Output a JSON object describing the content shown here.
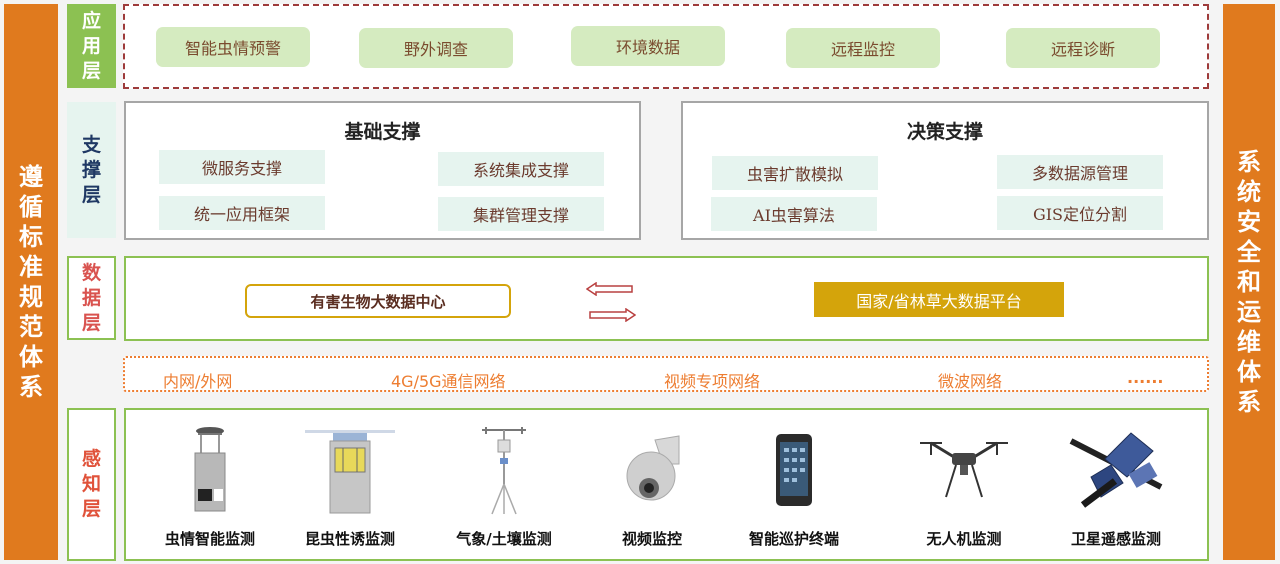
{
  "left_bar": {
    "chars": [
      "遵",
      "循",
      "标",
      "准",
      "规",
      "范",
      "体",
      "系"
    ]
  },
  "right_bar": {
    "chars": [
      "系",
      "统",
      "安",
      "全",
      "和",
      "运",
      "维",
      "体",
      "系"
    ]
  },
  "app_layer": {
    "tag": [
      "应",
      "用",
      "层"
    ],
    "items": [
      "智能虫情预警",
      "野外调查",
      "环境数据",
      "远程监控",
      "远程诊断"
    ]
  },
  "support_layer": {
    "tag": [
      "支",
      "撑",
      "层"
    ],
    "basic": {
      "title": "基础支撑",
      "items": [
        "微服务支撑",
        "系统集成支撑",
        "统一应用框架",
        "集群管理支撑"
      ]
    },
    "decision": {
      "title": "决策支撑",
      "items": [
        "虫害扩散模拟",
        "多数据源管理",
        "AI虫害算法",
        "GIS定位分割"
      ]
    }
  },
  "data_layer": {
    "tag": [
      "数",
      "据",
      "层"
    ],
    "left_box": "有害生物大数据中心",
    "right_box": "国家/省林草大数据平台",
    "arrows": [
      "arrow-left-icon",
      "arrow-right-icon"
    ]
  },
  "network": {
    "items": [
      "内网/外网",
      "4G/5G通信网络",
      "视频专项网络",
      "微波网络",
      "......"
    ]
  },
  "perception_layer": {
    "tag": [
      "感",
      "知",
      "层"
    ],
    "devices": [
      {
        "label": "虫情智能监测",
        "icon": "insect-monitor-icon"
      },
      {
        "label": "昆虫性诱监测",
        "icon": "pheromone-trap-icon"
      },
      {
        "label": "气象/土壤监测",
        "icon": "weather-station-icon"
      },
      {
        "label": "视频监控",
        "icon": "dome-camera-icon"
      },
      {
        "label": "智能巡护终端",
        "icon": "handheld-terminal-icon"
      },
      {
        "label": "无人机监测",
        "icon": "drone-icon"
      },
      {
        "label": "卫星遥感监测",
        "icon": "satellite-icon"
      }
    ]
  },
  "colors": {
    "orange": "#e07a1e",
    "green_tag": "#8cc152",
    "green_border": "#8cc152",
    "pill_green": "#d5ebc0",
    "support_tag_bg": "#e6f4ef",
    "support_tag_text": "#1f3864",
    "data_tag_text": "#d9534f",
    "gold": "#d4a40b",
    "network_orange": "#ed7d31",
    "dash_red": "#9e3b3b"
  }
}
